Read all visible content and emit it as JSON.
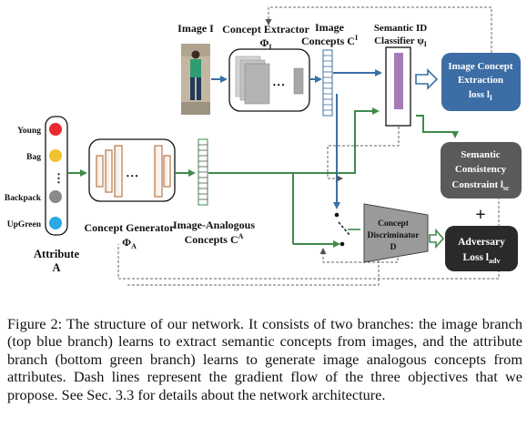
{
  "figure": {
    "attribute_items": [
      "Young",
      "Bag",
      "Backpack",
      "UpGreen"
    ],
    "attribute_dots": "⋮",
    "attribute_title": "Attribute",
    "attribute_symbol": "A",
    "image_label": "Image I",
    "concept_extractor": "Concept Extractor",
    "concept_extractor_symbol": "Φ",
    "concept_extractor_sub": "I",
    "image_concepts_line1": "Image",
    "image_concepts_line2": "Concepts C",
    "image_concepts_sup": "I",
    "semantic_id_line1": "Semantic ID",
    "semantic_id_line2": "Classifier ψ",
    "semantic_id_sub": "I",
    "concept_generator": "Concept Generator",
    "concept_generator_symbol": "Φ",
    "concept_generator_sub": "A",
    "analogous_line1": "Image-Analogous",
    "analogous_line2": "Concepts C",
    "analogous_sup": "A",
    "discriminator_line1": "Concept",
    "discriminator_line2": "Discriminator",
    "discriminator_line3": "D",
    "box_extraction_line1": "Image Concept",
    "box_extraction_line2": "Extraction",
    "box_extraction_line3": "loss l",
    "box_extraction_sub": "I",
    "box_semantic_line1": "Semantic",
    "box_semantic_line2": "Consistency",
    "box_semantic_line3": "Constraint l",
    "box_semantic_sub": "sc",
    "plus": "+",
    "box_adversary_line1": "Adversary",
    "box_adversary_line2": "Loss l",
    "box_adversary_sub": "adv",
    "ellipsis": "• • •"
  },
  "caption": "Figure 2: The structure of our network. It consists of two branches: the image branch (top blue branch) learns to extract semantic concepts from images, and the attribute branch (bottom green branch) learns to generate image analogous concepts from attributes. Dash lines represent the gradient flow of the three objectives that we propose. See Sec. 3.3 for details about the network architecture.",
  "colors": {
    "image_branch": "#3b6fa5",
    "attribute_branch": "#3f8a4a",
    "box_blue": "#3c6da4",
    "box_gray": "#5a5a5a",
    "box_dark": "#2a2a2a",
    "generator_stroke": "#b9825a",
    "classifier_bar": "#a67ab6",
    "dot_young": "#e8292e",
    "dot_bag": "#f2c12e",
    "dot_backpack": "#8a8a8a",
    "dot_upgreen": "#29a9e6"
  }
}
